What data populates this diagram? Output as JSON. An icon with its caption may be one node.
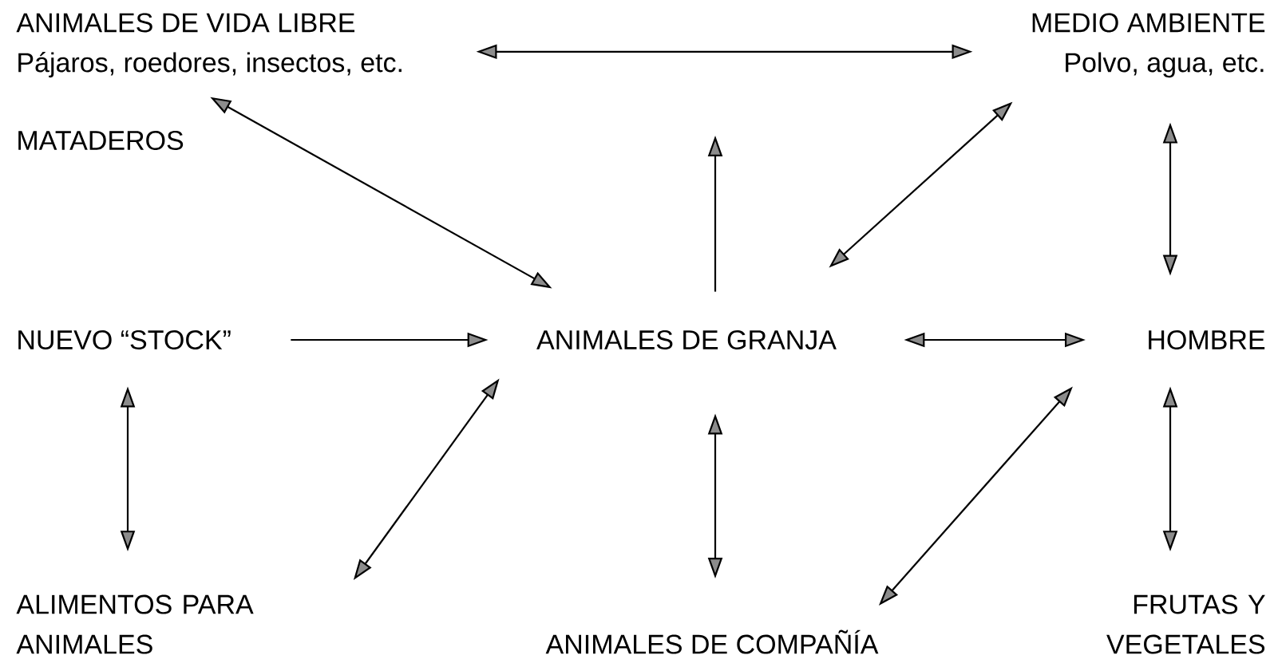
{
  "diagram": {
    "nodes": [
      {
        "text": [
          "ANIMALES DE VIDA LIBRE",
          "Pájaros, roedores, insectos, etc."
        ]
      },
      {
        "text": [
          "MEDIO AMBIENTE",
          "Polvo, agua, etc."
        ]
      },
      {
        "text": [
          "NUEVO “STOCK”"
        ]
      },
      {
        "text": [
          "ANIMALES DE GRANJA"
        ]
      },
      {
        "text": [
          "HOMBRE"
        ]
      },
      {
        "text": [
          "ALIMENTOS PARA ANIMALES"
        ]
      },
      {
        "text": [
          "ANIMALES DE COMPAÑÍA"
        ]
      },
      {
        "text": [
          "FRUTAS Y VEGETALES"
        ]
      }
    ],
    "edges": [
      {
        "from": 0,
        "to": 1,
        "arrow": "both"
      },
      {
        "from": 0,
        "to": 3,
        "arrow": "both"
      },
      {
        "from": 3,
        "to": null,
        "arrow": "to"
      },
      {
        "from": 1,
        "to": 3,
        "arrow": "both"
      },
      {
        "from": 1,
        "to": 4,
        "arrow": "both"
      },
      {
        "from": 2,
        "to": 3,
        "arrow": "to"
      },
      {
        "from": 3,
        "to": 4,
        "arrow": "both"
      },
      {
        "from": 2,
        "to": 5,
        "arrow": "both"
      },
      {
        "from": 3,
        "to": 5,
        "arrow": "both"
      },
      {
        "from": 3,
        "to": 6,
        "arrow": "both"
      },
      {
        "from": 4,
        "to": 6,
        "arrow": "both"
      },
      {
        "from": 4,
        "to": 7,
        "arrow": "both"
      }
    ],
    "labels": [
      "MATADEROS"
    ]
  }
}
